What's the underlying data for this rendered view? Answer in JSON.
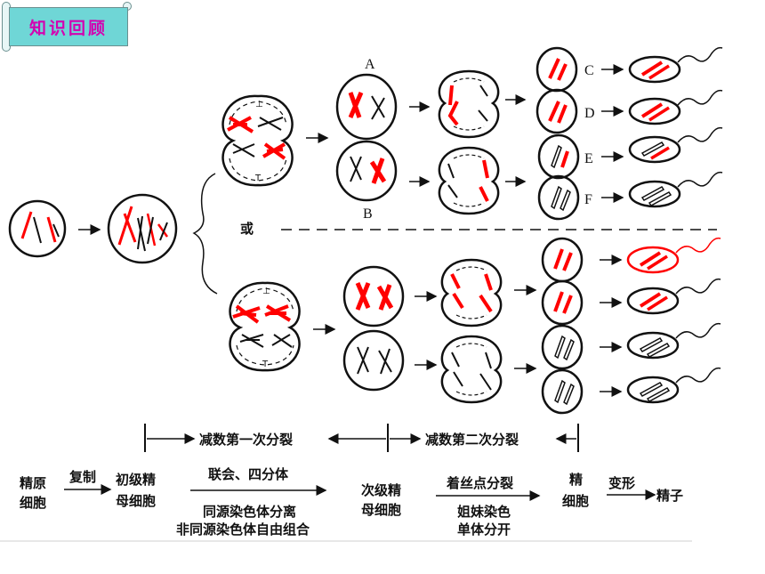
{
  "badge": {
    "title": "知识回顾"
  },
  "labels": {
    "A": "A",
    "B": "B",
    "C": "C",
    "D": "D",
    "E": "E",
    "F": "F",
    "or": "或"
  },
  "phases": {
    "meiosis1": "减数第一次分裂",
    "meiosis2": "减数第二次分裂"
  },
  "flow": {
    "spermatogonium_1": "精原",
    "spermatogonium_2": "细胞",
    "replicate": "复制",
    "primary_1": "初级精",
    "primary_2": "母细胞",
    "synapsis": "联会、四分体",
    "homologous_sep": "同源染色体分离",
    "free_combination": "非同源染色体自由组合",
    "secondary_1": "次级精",
    "secondary_2": "母细胞",
    "centromere": "着丝点分裂",
    "sister_1": "姐妹染色",
    "sister_2": "单体分开",
    "spermatid_1": "精",
    "spermatid_2": "细胞",
    "transform": "变形",
    "sperm": "精子"
  },
  "colors": {
    "red": "#ff0000",
    "black": "#111111",
    "badge_bg": "#6fd6d6",
    "badge_text": "#d400b0"
  },
  "icons": {
    "arrow": "arrow-right-icon"
  }
}
